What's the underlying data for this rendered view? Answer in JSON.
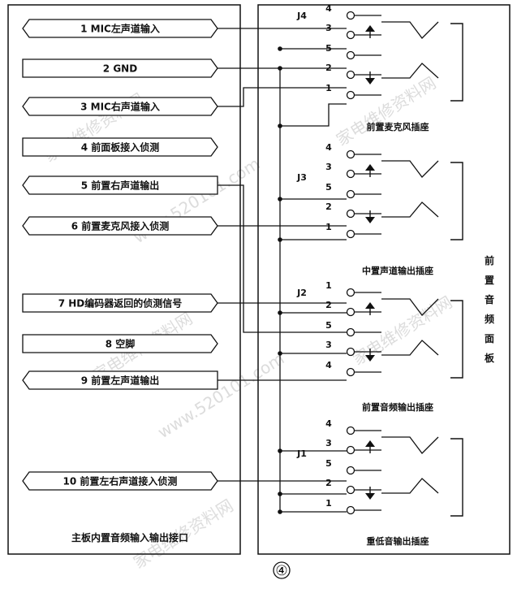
{
  "left_panel": {
    "title": "主板内置音频输入输出接口",
    "signals": [
      {
        "label": "1 MIC左声道输入",
        "shape": "double"
      },
      {
        "label": "2 GND",
        "shape": "right"
      },
      {
        "label": "3 MIC右声道输入",
        "shape": "double"
      },
      {
        "label": "4 前面板接入侦测",
        "shape": "right"
      },
      {
        "label": "5 前置右声道输出",
        "shape": "left"
      },
      {
        "label": "6 前置麦克风接入侦测",
        "shape": "double"
      },
      {
        "label": "7 HD编码器返回的侦测信号",
        "shape": "right"
      },
      {
        "label": "8 空脚",
        "shape": "right"
      },
      {
        "label": "9 前置左声道输出",
        "shape": "left"
      },
      {
        "label": "10 前置左右声道接入侦测",
        "shape": "double"
      }
    ]
  },
  "right_panel": {
    "title": "前置音频面板",
    "jacks": [
      {
        "id": "J4",
        "name": "前置麦克风插座",
        "pins": [
          "4",
          "3",
          "5",
          "2",
          "1"
        ]
      },
      {
        "id": "J3",
        "name": "中置声道输出插座",
        "pins": [
          "4",
          "3",
          "5",
          "2",
          "1"
        ]
      },
      {
        "id": "J2",
        "name": "前置音频输出插座",
        "pins": [
          "1",
          "2",
          "5",
          "3",
          "4"
        ]
      },
      {
        "id": "J1",
        "name": "重低音输出插座",
        "pins": [
          "4",
          "3",
          "5",
          "2",
          "1"
        ]
      }
    ]
  },
  "figure_number": "④",
  "watermark": {
    "text": "家电维修资料网",
    "url": "www.520101.com"
  }
}
